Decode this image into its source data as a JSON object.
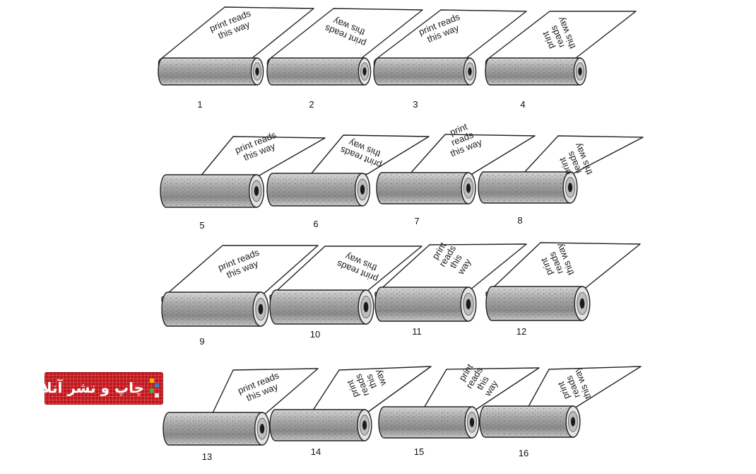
{
  "diagram": {
    "rolls": [
      {
        "number": "1",
        "lines": [
          "print reads",
          "this way"
        ]
      },
      {
        "number": "2",
        "lines": [
          "print reads",
          "this way"
        ]
      },
      {
        "number": "3",
        "lines": [
          "print reads",
          "this way"
        ]
      },
      {
        "number": "4",
        "lines": [
          "print",
          "reads",
          "this way"
        ]
      },
      {
        "number": "5",
        "lines": [
          "print reads",
          "this way"
        ]
      },
      {
        "number": "6",
        "lines": [
          "print reads",
          "this way"
        ]
      },
      {
        "number": "7",
        "lines": [
          "print",
          "reads",
          "this way"
        ]
      },
      {
        "number": "8",
        "lines": [
          "print",
          "reads",
          "this way"
        ]
      },
      {
        "number": "9",
        "lines": [
          "print reads",
          "this way"
        ]
      },
      {
        "number": "10",
        "lines": [
          "print reads",
          "this way"
        ]
      },
      {
        "number": "11",
        "lines": [
          "print",
          "reads",
          "this",
          "way"
        ]
      },
      {
        "number": "12",
        "lines": [
          "print",
          "reads",
          "this way"
        ]
      },
      {
        "number": "13",
        "lines": [
          "print reads",
          "this way"
        ]
      },
      {
        "number": "14",
        "lines": [
          "print",
          "reads",
          "this",
          "way"
        ]
      },
      {
        "number": "15",
        "lines": [
          "print",
          "reads",
          "this",
          "way"
        ]
      },
      {
        "number": "16",
        "lines": [
          "print",
          "reads",
          "this way"
        ]
      }
    ]
  },
  "watermark": {
    "text": "چاپ و نشر آنلاین",
    "accent_colors": [
      "#f2c300",
      "#2f7fd1",
      "#3cb043",
      "#e8e8e8"
    ]
  }
}
